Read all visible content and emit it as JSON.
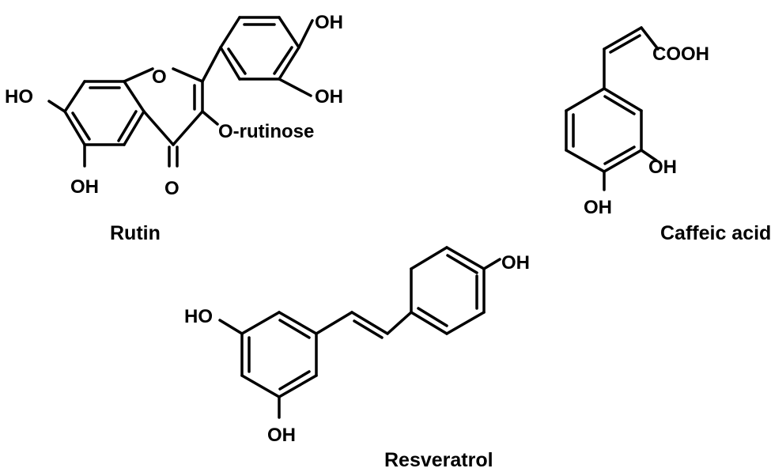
{
  "molecules": {
    "rutin": {
      "name": "Rutin",
      "labels": {
        "oh_3p": "OH",
        "oh_4p": "OH",
        "ho_7": "HO",
        "ring_o": "O",
        "o_rutinose": "O-rutinose",
        "oh_5": "OH",
        "carbonyl_o": "O"
      }
    },
    "caffeic": {
      "name": "Caffeic acid",
      "labels": {
        "cooh": "COOH",
        "oh_3": "OH",
        "oh_4": "OH"
      }
    },
    "resveratrol": {
      "name": "Resveratrol",
      "labels": {
        "oh_4p": "OH",
        "ho_3": "HO",
        "oh_5": "OH"
      }
    }
  }
}
